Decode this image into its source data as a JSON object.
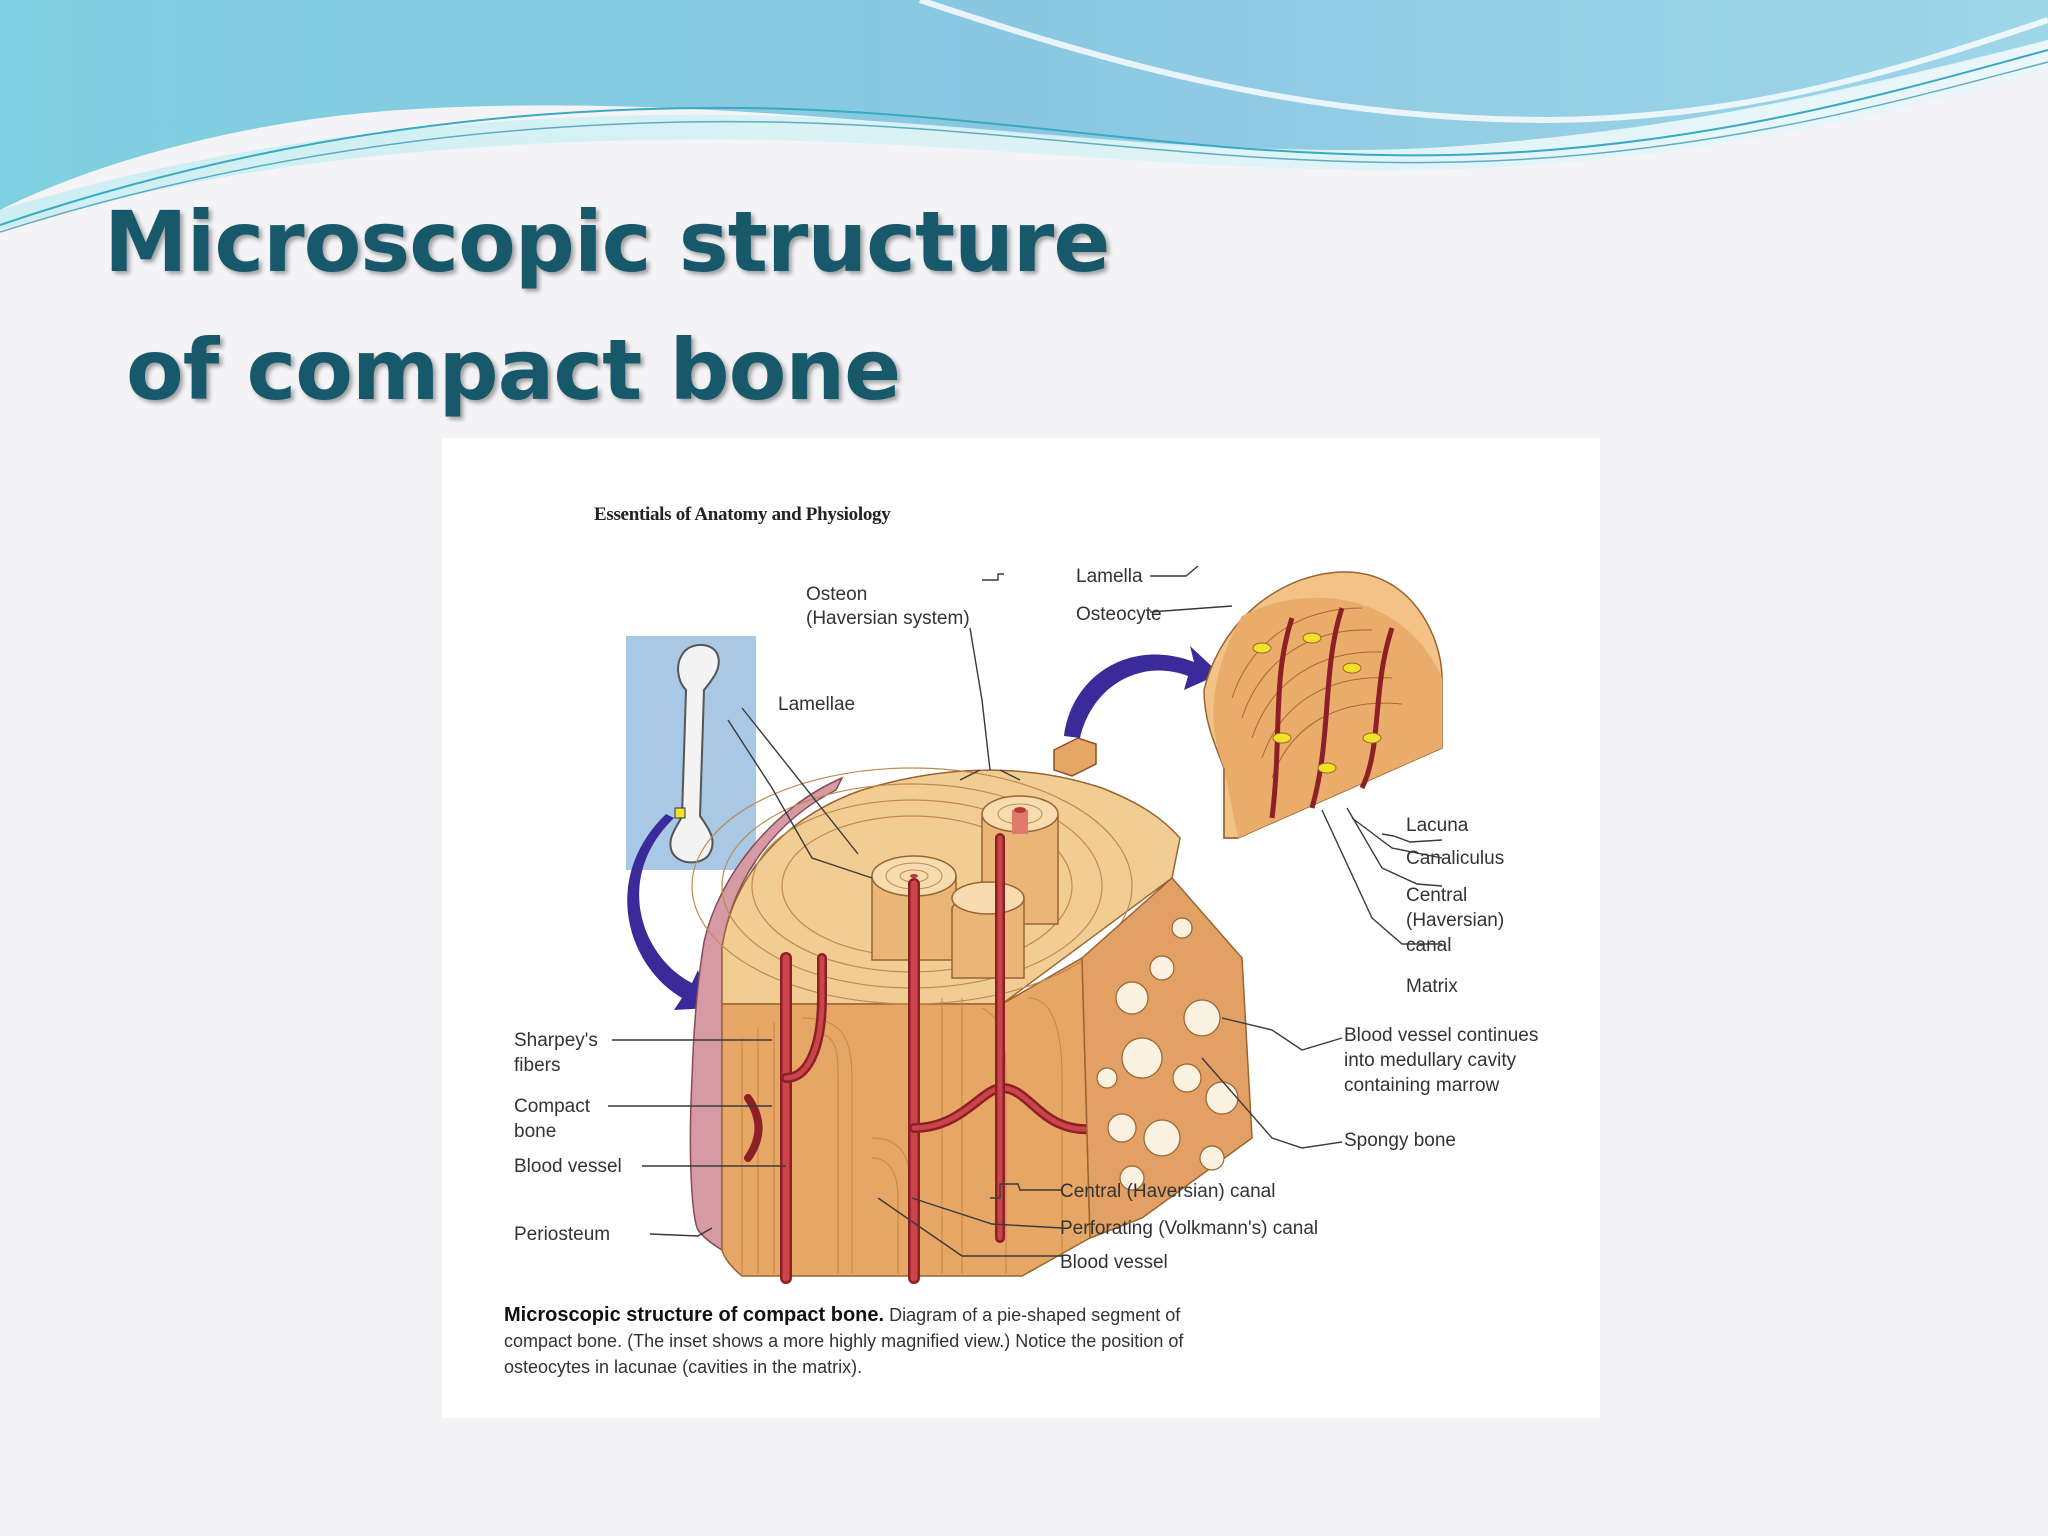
{
  "slide": {
    "title_line1": "Microscopic structure",
    "title_line2": "of compact bone"
  },
  "figure": {
    "book_title": "Essentials of Anatomy and Physiology",
    "caption_bold": "Microscopic structure of compact bone.",
    "caption_text": "Diagram of a pie-shaped segment of compact bone. (The inset shows a more highly magnified view.) Notice the position of osteocytes in lacunae (cavities in the matrix).",
    "labels": {
      "lamella": "Lamella",
      "osteocyte": "Osteocyte",
      "osteon_1": "Osteon",
      "osteon_2": "(Haversian system)",
      "lamellae": "Lamellae",
      "lacuna": "Lacuna",
      "canaliculus": "Canaliculus",
      "central_canal_1": "Central",
      "central_canal_2": "(Haversian)",
      "central_canal_3": "canal",
      "matrix": "Matrix",
      "vessel_continues_1": "Blood vessel continues",
      "vessel_continues_2": "into medullary cavity",
      "vessel_continues_3": "containing marrow",
      "spongy_bone": "Spongy bone",
      "sharpeys_1": "Sharpey's",
      "sharpeys_2": "fibers",
      "compact_1": "Compact",
      "compact_2": "bone",
      "blood_vessel_left": "Blood vessel",
      "periosteum": "Periosteum",
      "central_haversian_canal": "Central (Haversian) canal",
      "perforating_canal": "Perforating (Volkmann's) canal",
      "blood_vessel_bottom": "Blood vessel"
    }
  },
  "colors": {
    "title": "#17596b",
    "bone": "#e9b070",
    "bone_light": "#f4d19a",
    "vessel": "#b8383a",
    "arrow": "#3b2a9a",
    "inset_bg": "#a8c8e6"
  }
}
